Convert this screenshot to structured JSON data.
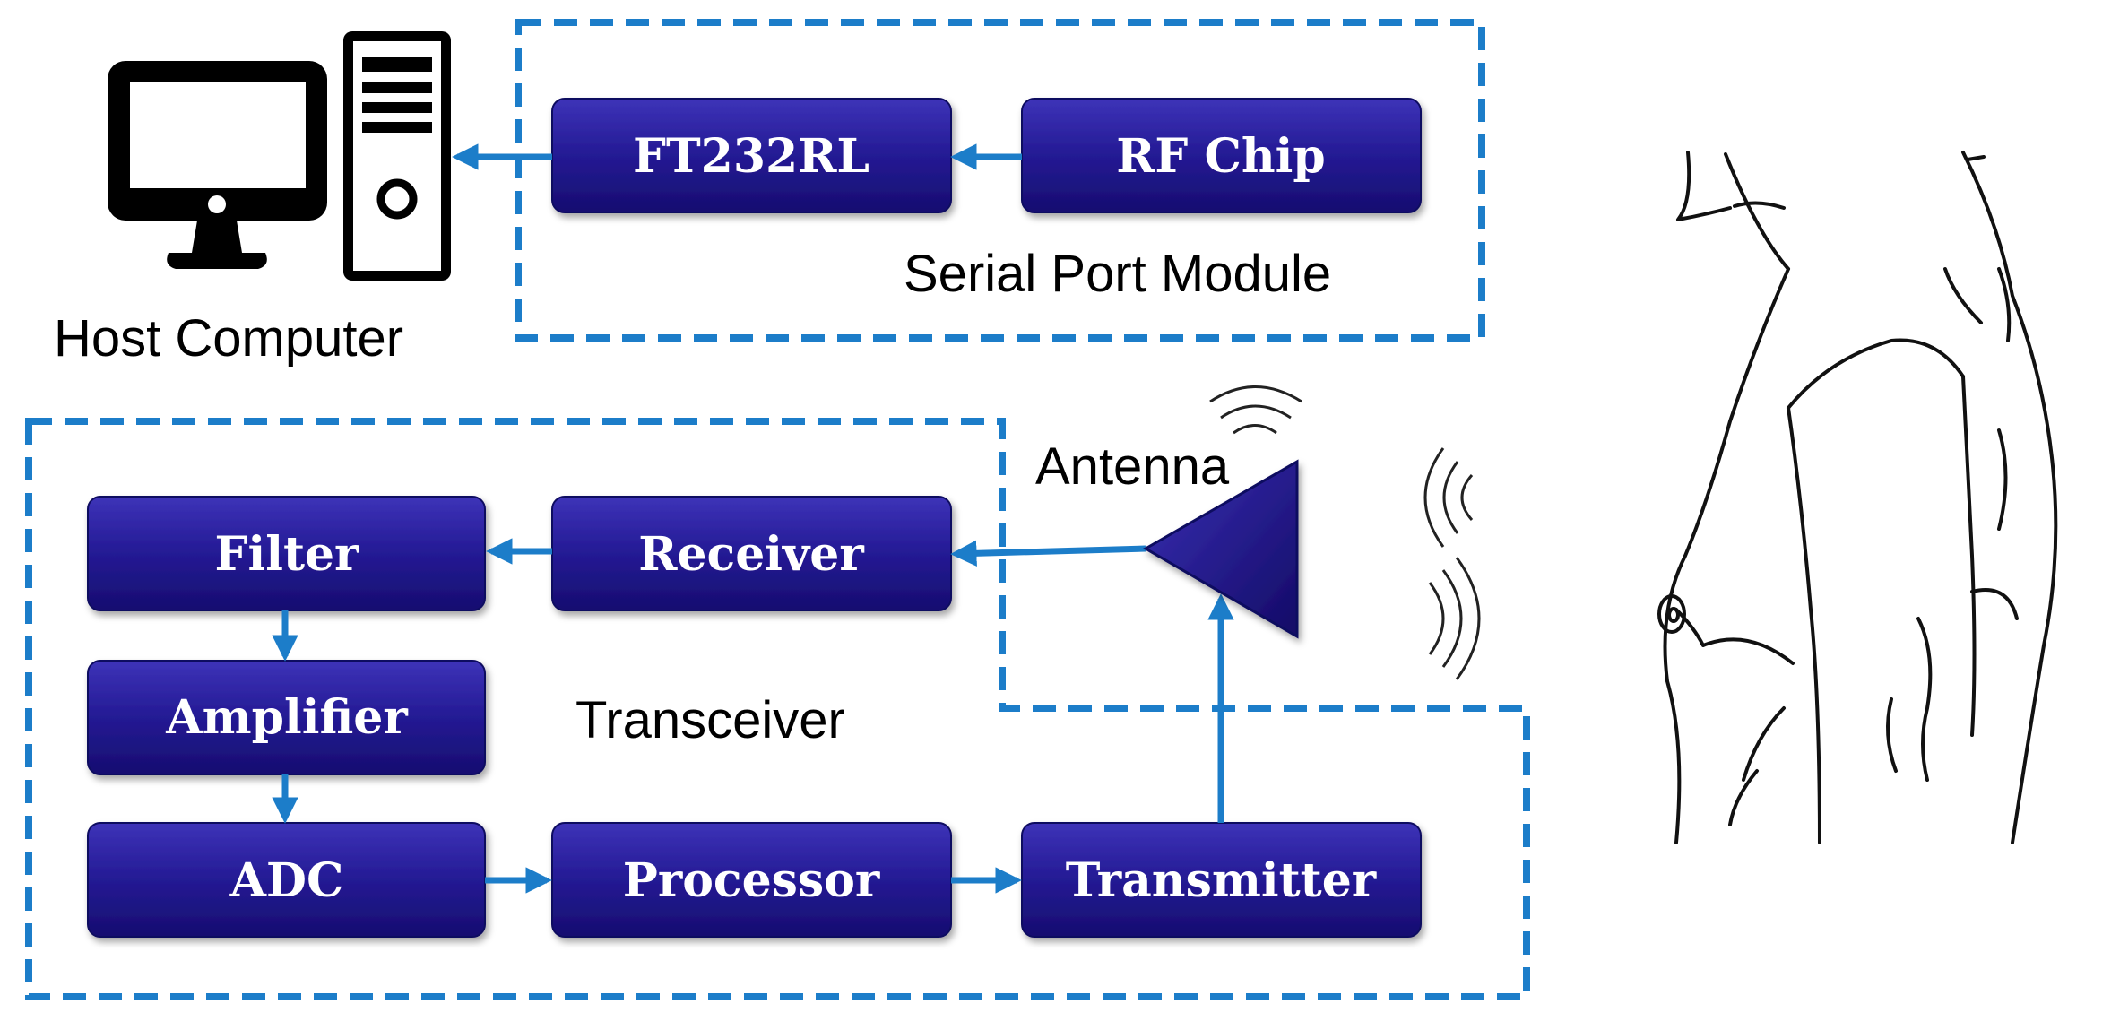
{
  "colors": {
    "block": "#2a1f9c",
    "block_dark": "#150c6b",
    "block_light": "#4a3fc0",
    "arrow": "#1c7dc9",
    "dashed_border": "#1c7dc9",
    "icon": "#000000"
  },
  "serial_module": {
    "label": "Serial Port Module",
    "blocks": {
      "ft232rl": "FT232RL",
      "rf_chip": "RF Chip"
    }
  },
  "host": {
    "label": "Host Computer"
  },
  "transceiver": {
    "label": "Transceiver",
    "antenna_label": "Antenna",
    "blocks": {
      "filter": "Filter",
      "receiver": "Receiver",
      "amplifier": "Amplifier",
      "adc": "ADC",
      "processor": "Processor",
      "transmitter": "Transmitter"
    }
  }
}
